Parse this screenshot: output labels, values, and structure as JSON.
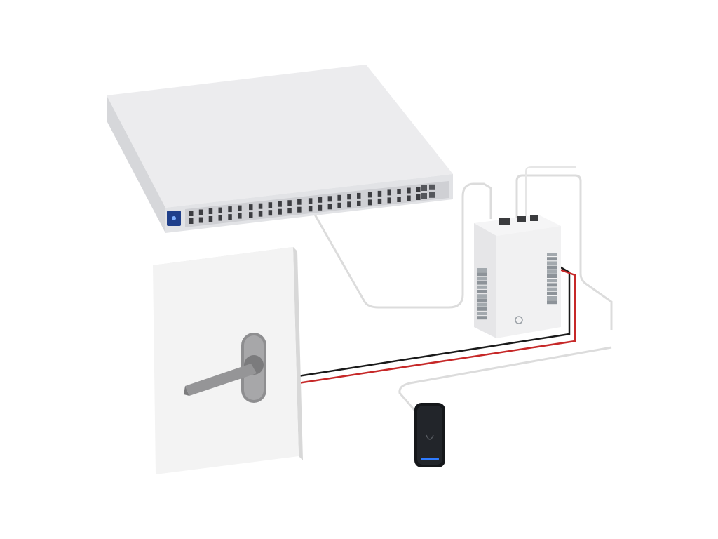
{
  "scene": {
    "background": "#ffffff",
    "devices": [
      {
        "id": "switch",
        "icon": "network-switch-icon",
        "ports": 48,
        "sfp_ports": 4,
        "color": "#e9eaec",
        "status_led": "#3b6fd8"
      },
      {
        "id": "access-hub",
        "icon": "access-hub-icon",
        "color": "#f1f1f2",
        "terminal_color": "#9aa0a6"
      },
      {
        "id": "door",
        "icon": "door-icon",
        "color": "#f3f3f3"
      },
      {
        "id": "lever-handle",
        "icon": "door-lever-icon",
        "color": "#8e8e90"
      },
      {
        "id": "card-reader",
        "icon": "card-reader-icon",
        "color": "#15171a",
        "status_led": "#2f7bff"
      }
    ],
    "cables": [
      {
        "id": "switch-to-hub",
        "color": "#dcdcdc"
      },
      {
        "id": "hub-loop-1",
        "color": "#dcdcdc"
      },
      {
        "id": "hub-loop-2",
        "color": "#dcdcdc"
      },
      {
        "id": "lock-wire-black",
        "color": "#1a1a1a"
      },
      {
        "id": "lock-wire-red",
        "color": "#c62828"
      },
      {
        "id": "reader-cable",
        "color": "#dcdcdc"
      }
    ]
  }
}
